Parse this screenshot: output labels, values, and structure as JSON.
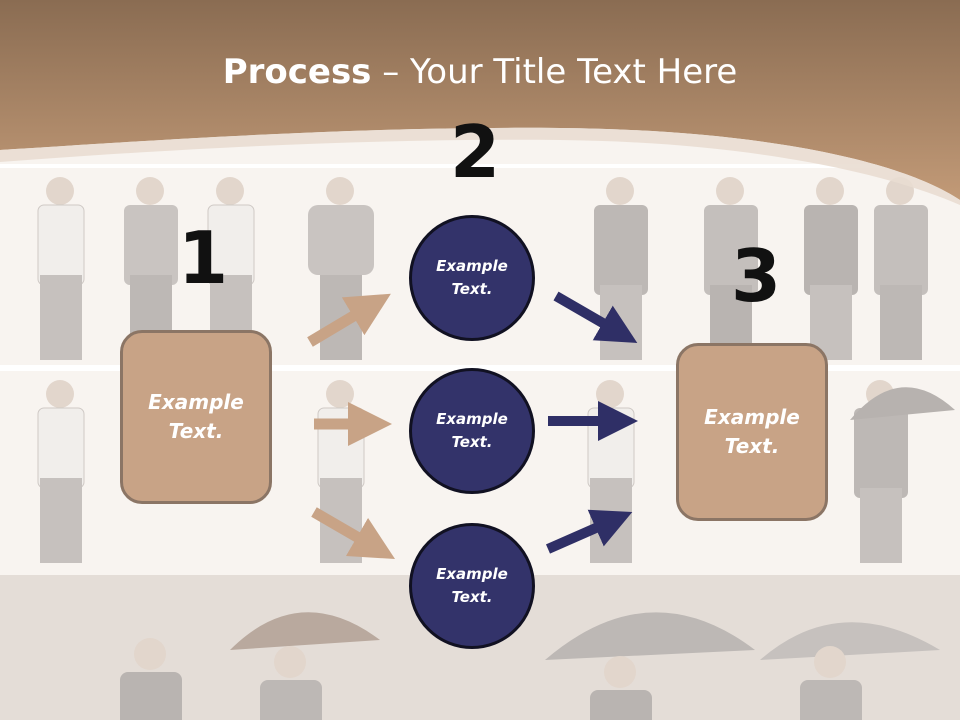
{
  "title": {
    "bold": "Process",
    "rest": " – Your Title Text Here"
  },
  "steps": [
    {
      "number": "1",
      "text": "Example\nText."
    },
    {
      "number": "2"
    },
    {
      "number": "3",
      "text": "Example\nText."
    }
  ],
  "circles": [
    {
      "text": "Example\nText."
    },
    {
      "text": "Example\nText."
    },
    {
      "text": "Example\nText."
    }
  ],
  "colors": {
    "header": "#b8926f",
    "box": "#c8a386",
    "circle": "#33336a",
    "arrow_tan": "#c8a386",
    "arrow_navy": "#2f2f66"
  }
}
